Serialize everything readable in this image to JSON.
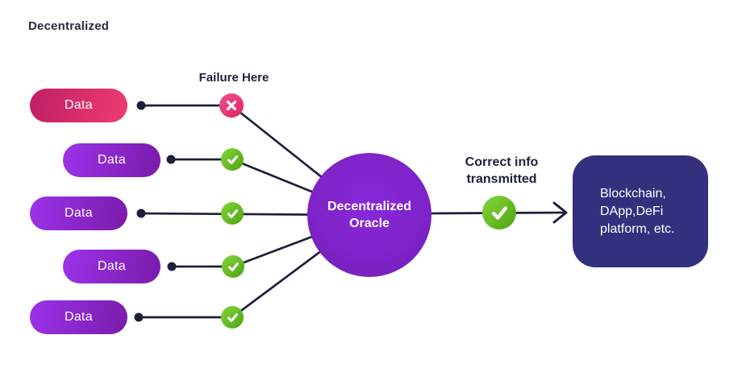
{
  "title": "Decentralized",
  "diagram": {
    "failure_label": "Failure Here",
    "sources": [
      {
        "label": "Data",
        "status": "failure"
      },
      {
        "label": "Data",
        "status": "ok"
      },
      {
        "label": "Data",
        "status": "ok"
      },
      {
        "label": "Data",
        "status": "ok"
      },
      {
        "label": "Data",
        "status": "ok"
      }
    ],
    "oracle_label": "Decentralized Oracle",
    "transmit_label": "Correct info\ntransmitted",
    "destination_label": "Blockchain,\nDApp,DeFi\nplatform, etc."
  },
  "colors": {
    "failure_pill": "#e23a6e",
    "source_pill": "#8d2bd9",
    "oracle_circle": "#7e22c9",
    "success_badge": "#5cb81f",
    "failure_badge": "#e8336f",
    "destination_box": "#33317e",
    "connector": "#1c2038"
  }
}
